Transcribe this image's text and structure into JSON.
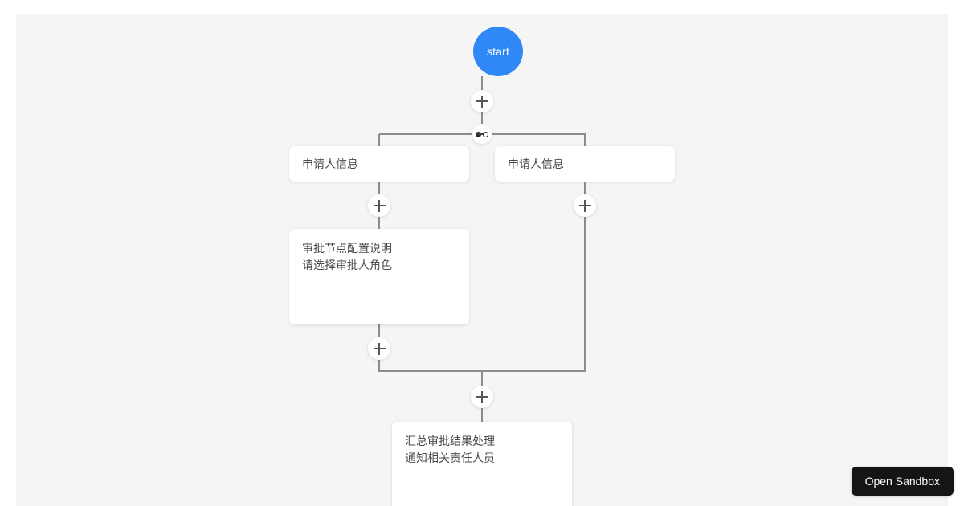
{
  "canvas": {
    "background_color": "#f5f5f5",
    "page_background_color": "#ffffff"
  },
  "flow": {
    "start_node": {
      "label": "start",
      "color": "#2f88f5",
      "text_color": "#ffffff"
    },
    "branch_marker": {
      "icon": "branch-link-icon"
    },
    "edge_color": "#8c8c8c",
    "add_buttons": [
      {
        "id": "add-after-start",
        "icon": "plus-icon",
        "label": "+"
      },
      {
        "id": "add-left-branch",
        "icon": "plus-icon",
        "label": "+"
      },
      {
        "id": "add-right-branch",
        "icon": "plus-icon",
        "label": "+"
      },
      {
        "id": "add-after-left-task",
        "icon": "plus-icon",
        "label": "+"
      },
      {
        "id": "add-after-merge",
        "icon": "plus-icon",
        "label": "+"
      }
    ],
    "nodes": [
      {
        "id": "branch-left",
        "text": "申请人信息"
      },
      {
        "id": "branch-right",
        "text": "申请人信息"
      },
      {
        "id": "task-left",
        "text": "审批节点配置说明\n请选择审批人角色"
      },
      {
        "id": "task-bottom",
        "text": "汇总审批结果处理\n通知相关责任人员"
      }
    ]
  },
  "sandbox": {
    "button_label": "Open Sandbox",
    "background_color": "#151515",
    "text_color": "#ffffff"
  }
}
